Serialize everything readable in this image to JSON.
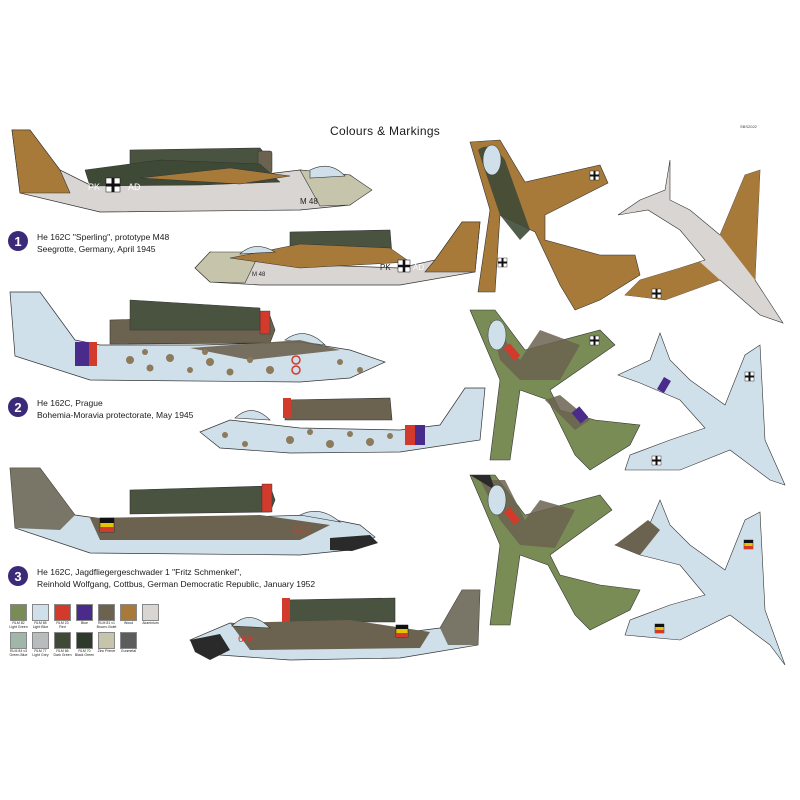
{
  "header": {
    "title": "Colours & Markings",
    "code": "SBS2022"
  },
  "schemes": [
    {
      "num": "1",
      "line1": "He 162C \"Sperling\", prototype M48",
      "line2": "Seegrotte, Germany, April 1945",
      "line3": ""
    },
    {
      "num": "2",
      "line1": "He 162C, Prague",
      "line2": "Bohemia-Moravia protectorate, May 1945",
      "line3": ""
    },
    {
      "num": "3",
      "line1": "He 162C, Jagdfliegergeschwader 1 \"Fritz Schmenkel\",",
      "line2": "Reinhold  Wolfgang, Cottbus, German Democratic Republic, January 1952",
      "line3": ""
    }
  ],
  "markings": {
    "code_left": "PK",
    "code_right": "AD",
    "code_top_left": "PK",
    "code_top_right": "AD",
    "fuselage_no": "M 48",
    "fuselage_no_2": "M 48",
    "ddr_no": "666",
    "ddr_no_2": "666"
  },
  "legend": [
    {
      "code": "RLM 82",
      "name": "Light Green",
      "color": "#7a8c55"
    },
    {
      "code": "RLM 65",
      "name": "Light Blue",
      "color": "#cfe0ea"
    },
    {
      "code": "RLM 23",
      "name": "Red",
      "color": "#d23a2c"
    },
    {
      "code": "",
      "name": "Blue",
      "color": "#4a2a8a"
    },
    {
      "code": "RLM 81 v1",
      "name": "Brown-Violet",
      "color": "#6b6350"
    },
    {
      "code": "",
      "name": "Wood",
      "color": "#a77a3a"
    },
    {
      "code": "",
      "name": "Aluminium",
      "color": "#d9d5d2"
    },
    {
      "code": "RLM 84 v3",
      "name": "Green-Blue",
      "color": "#9fb6a9"
    },
    {
      "code": "RLM 77",
      "name": "Light Grey",
      "color": "#b8bcbd"
    },
    {
      "code": "RLM 66",
      "name": "Dark Green",
      "color": "#3f4a36"
    },
    {
      "code": "RLM 70",
      "name": "Black Green",
      "color": "#2e3a2c"
    },
    {
      "code": "",
      "name": "Zinc Primer",
      "color": "#c6c4aa"
    },
    {
      "code": "",
      "name": "Gunmetal",
      "color": "#5a5c5e"
    }
  ]
}
